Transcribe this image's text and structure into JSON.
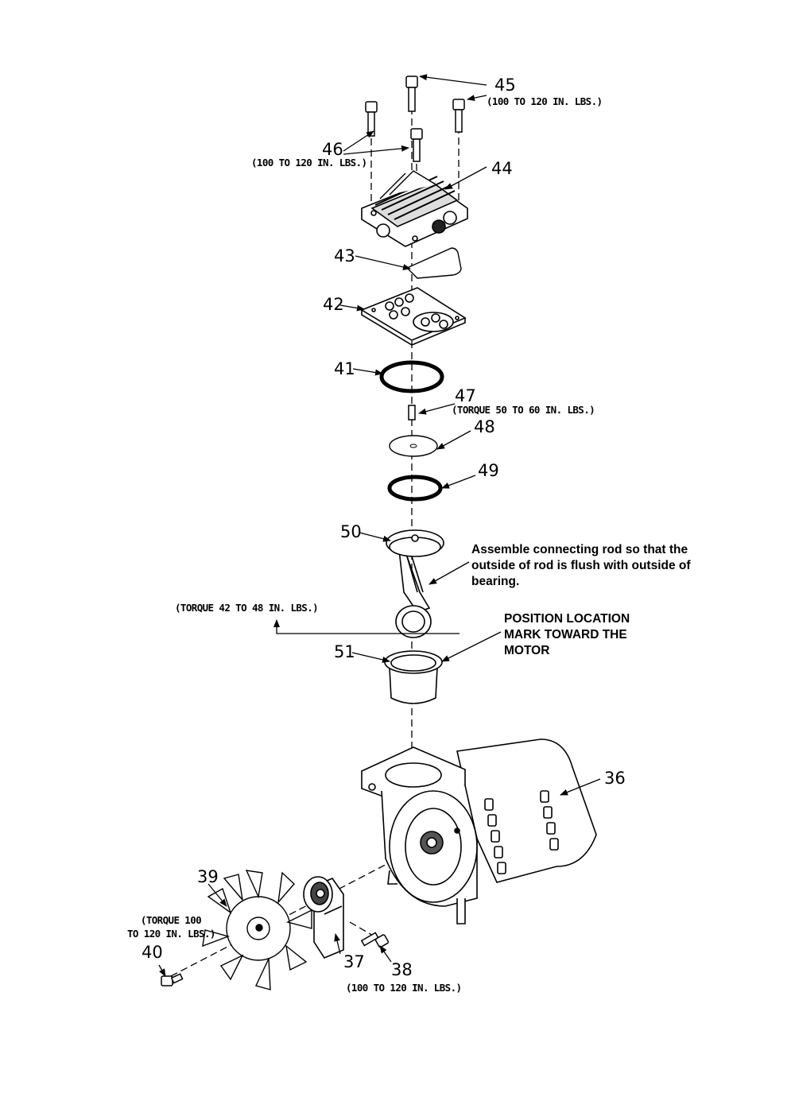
{
  "parts": {
    "p36": "36",
    "p37": "37",
    "p38": "38",
    "p39": "39",
    "p40": "40",
    "p41": "41",
    "p42": "42",
    "p43": "43",
    "p44": "44",
    "p45": "45",
    "p46": "46",
    "p47": "47",
    "p48": "48",
    "p49": "49",
    "p50": "50",
    "p51": "51"
  },
  "torque": {
    "t45": "(100 TO 120 IN. LBS.)",
    "t46": "(100 TO 120 IN. LBS.)",
    "t47": "(TORQUE 50 TO 60 IN. LBS.)",
    "t_rod": "(TORQUE 42 TO 48 IN. LBS.)",
    "t38": "(100 TO 120 IN. LBS.)",
    "t40_line1": "(TORQUE 100",
    "t40_line2": "TO 120 IN. LBS.)"
  },
  "notes": {
    "rod": [
      "Assemble connecting rod so that the",
      "outside of rod is flush with outside of",
      "bearing."
    ],
    "bearing": [
      "POSITION LOCATION",
      "MARK TOWARD THE",
      "MOTOR"
    ]
  }
}
